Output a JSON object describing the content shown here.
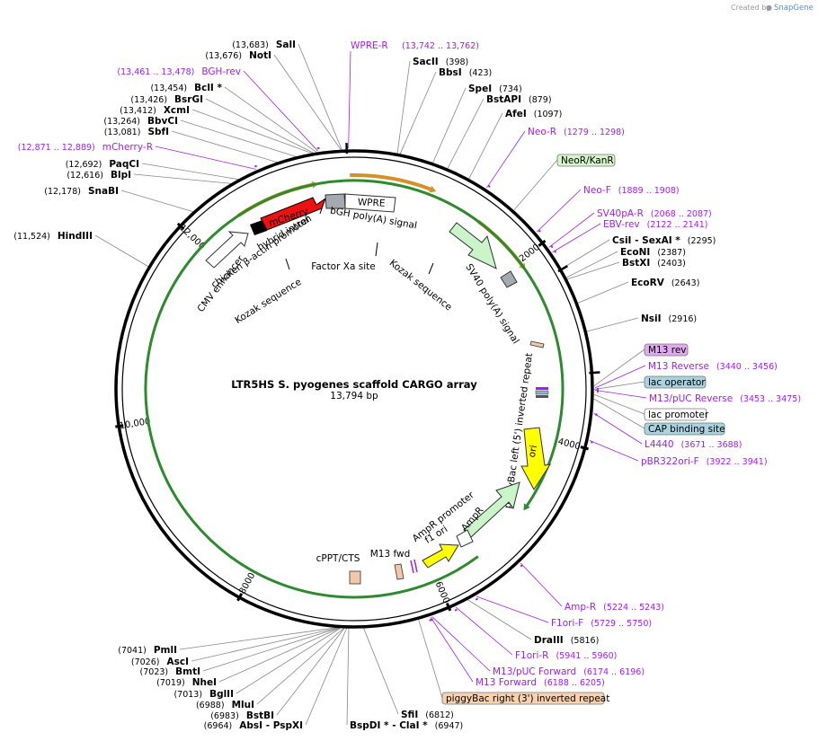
{
  "credit": {
    "prefix": "Created by",
    "brand": "SnapGene"
  },
  "plasmid": {
    "name": "LTR5HS S. pyogenes scaffold CARGO array",
    "size_label": "13,794 bp",
    "length": 13794
  },
  "colors": {
    "primer": "#a020f0",
    "backbone": "#000000",
    "mcherry": "#ee1111",
    "wpre": "#ffffff",
    "polyA": "#a5aab2",
    "yellow": "#ffff00",
    "green": "#c9f5c9",
    "orange": "#f3c8a8",
    "neor_box": "#d5f6c8",
    "m13rev_box": "#e1aaf0",
    "lac_op_box": "#a9d3df",
    "cap_box": "#a9d3df",
    "gold": "#d4912a"
  },
  "ticks": [
    {
      "pos": 2000,
      "label": "2000"
    },
    {
      "pos": 4000,
      "label": "4000"
    },
    {
      "pos": 6000,
      "label": "6000"
    },
    {
      "pos": 8000,
      "label": "8000"
    },
    {
      "pos": 10000,
      "label": "10,000"
    },
    {
      "pos": 12000,
      "label": "12,000"
    }
  ],
  "right_labels": [
    {
      "kind": "site",
      "name": "SacII",
      "pos": "(398)"
    },
    {
      "kind": "site",
      "name": "BbsI",
      "pos": "(423)"
    },
    {
      "kind": "site",
      "name": "SpeI",
      "pos": "(734)"
    },
    {
      "kind": "site",
      "name": "BstAPI",
      "pos": "(879)"
    },
    {
      "kind": "site",
      "name": "AfeI",
      "pos": "(1097)"
    },
    {
      "kind": "primer",
      "name": "Neo-R",
      "pos": "(1279 .. 1298)"
    },
    {
      "kind": "feature_box",
      "name": "NeoR/KanR"
    },
    {
      "kind": "primer",
      "name": "Neo-F",
      "pos": "(1889 .. 1908)"
    },
    {
      "kind": "primer",
      "name": "SV40pA-R",
      "pos": "(2068 .. 2087)"
    },
    {
      "kind": "primer",
      "name": "EBV-rev",
      "pos": "(2122 .. 2141)"
    },
    {
      "kind": "site",
      "name": "CsiI  - SexAI *",
      "pos": "(2295)"
    },
    {
      "kind": "site",
      "name": "EcoNI",
      "pos": "(2387)"
    },
    {
      "kind": "site",
      "name": "BstXI",
      "pos": "(2403)"
    },
    {
      "kind": "site",
      "name": "EcoRV",
      "pos": "(2643)"
    },
    {
      "kind": "site",
      "name": "NsiI",
      "pos": "(2916)"
    },
    {
      "kind": "feature_box",
      "name": "M13 rev"
    },
    {
      "kind": "primer",
      "name": "M13 Reverse",
      "pos": "(3440 .. 3456)"
    },
    {
      "kind": "feature_box",
      "name": "lac operator"
    },
    {
      "kind": "primer",
      "name": "M13/pUC Reverse",
      "pos": "(3453 .. 3475)"
    },
    {
      "kind": "feature_box",
      "name": "lac promoter"
    },
    {
      "kind": "feature_box",
      "name": "CAP binding site"
    },
    {
      "kind": "primer",
      "name": "L4440",
      "pos": "(3671 .. 3688)"
    },
    {
      "kind": "primer",
      "name": "pBR322ori-F",
      "pos": "(3922 .. 3941)"
    }
  ],
  "bottom_right_labels": [
    {
      "kind": "primer",
      "name": "Amp-R",
      "pos": "(5224 .. 5243)"
    },
    {
      "kind": "primer",
      "name": "F1ori-F",
      "pos": "(5729 .. 5750)"
    },
    {
      "kind": "site",
      "name": "DraIII",
      "pos": "(5816)"
    },
    {
      "kind": "primer",
      "name": "F1ori-R",
      "pos": "(5941 .. 5960)"
    },
    {
      "kind": "primer",
      "name": "M13/pUC Forward",
      "pos": "(6174 .. 6196)"
    },
    {
      "kind": "primer",
      "name": "M13 Forward",
      "pos": "(6188 .. 6205)"
    },
    {
      "kind": "feature_box",
      "name": "piggyBac right (3') inverted repeat"
    }
  ],
  "bottom_labels": [
    {
      "kind": "site",
      "name": "SfiI",
      "pos": "(6812)"
    },
    {
      "kind": "site",
      "name": "BspDI *  - ClaI *",
      "pos": "(6947)"
    }
  ],
  "bottom_left_labels": [
    {
      "kind": "site",
      "name": "PmlI",
      "pos": "(7041)"
    },
    {
      "kind": "site",
      "name": "AscI",
      "pos": "(7026)"
    },
    {
      "kind": "site",
      "name": "BmtI",
      "pos": "(7023)"
    },
    {
      "kind": "site",
      "name": "NheI",
      "pos": "(7019)"
    },
    {
      "kind": "site",
      "name": "BglII",
      "pos": "(7013)"
    },
    {
      "kind": "site",
      "name": "MluI",
      "pos": "(6988)"
    },
    {
      "kind": "site",
      "name": "BstBI",
      "pos": "(6983)"
    },
    {
      "kind": "site",
      "name": "AbsI   - PspXI",
      "pos": "(6964)"
    }
  ],
  "left_labels": [
    {
      "kind": "site",
      "name": "SalI",
      "pos": "(13,683)"
    },
    {
      "kind": "site",
      "name": "NotI",
      "pos": "(13,676)"
    },
    {
      "kind": "primer",
      "name": "BGH-rev",
      "pos": "(13,461 .. 13,478)"
    },
    {
      "kind": "site",
      "name": "BclI *",
      "pos": "(13,454)"
    },
    {
      "kind": "site",
      "name": "BsrGI",
      "pos": "(13,426)"
    },
    {
      "kind": "site",
      "name": "XcmI",
      "pos": "(13,412)"
    },
    {
      "kind": "site",
      "name": "BbvCI",
      "pos": "(13,264)"
    },
    {
      "kind": "site",
      "name": "SbfI",
      "pos": "(13,081)"
    },
    {
      "kind": "primer",
      "name": "mCherry-R",
      "pos": "(12,871 .. 12,889)"
    },
    {
      "kind": "site",
      "name": "PaqCI",
      "pos": "(12,692)"
    },
    {
      "kind": "site",
      "name": "BlpI",
      "pos": "(12,616)"
    },
    {
      "kind": "site",
      "name": "SnaBI",
      "pos": "(12,178)"
    },
    {
      "kind": "site",
      "name": "HindIII",
      "pos": "(11,524)"
    }
  ],
  "top_primer": {
    "name": "WPRE-R",
    "pos": "(13,742 .. 13,762)"
  },
  "features": {
    "mcherry": "mCherry",
    "wpre": "WPRE",
    "bgh": "bGH poly(A) signal",
    "hybrid_intron": "hybrid intron",
    "cba_promoter": "chicken β-actin promoter",
    "cmv_enhancer": "CMV enhancer",
    "kozak1": "Kozak sequence",
    "factor_xa": "Factor Xa site",
    "kozak2": "Kozak sequence",
    "sv40": "SV40 poly(A) signal",
    "pb_left": "piggyBac left (5') inverted repeat",
    "ori": "ori",
    "ampr": "AmpR",
    "ampr_promoter": "AmpR promoter",
    "f1_ori": "f1 ori",
    "m13_fwd": "M13 fwd",
    "cppt": "cPPT/CTS"
  }
}
